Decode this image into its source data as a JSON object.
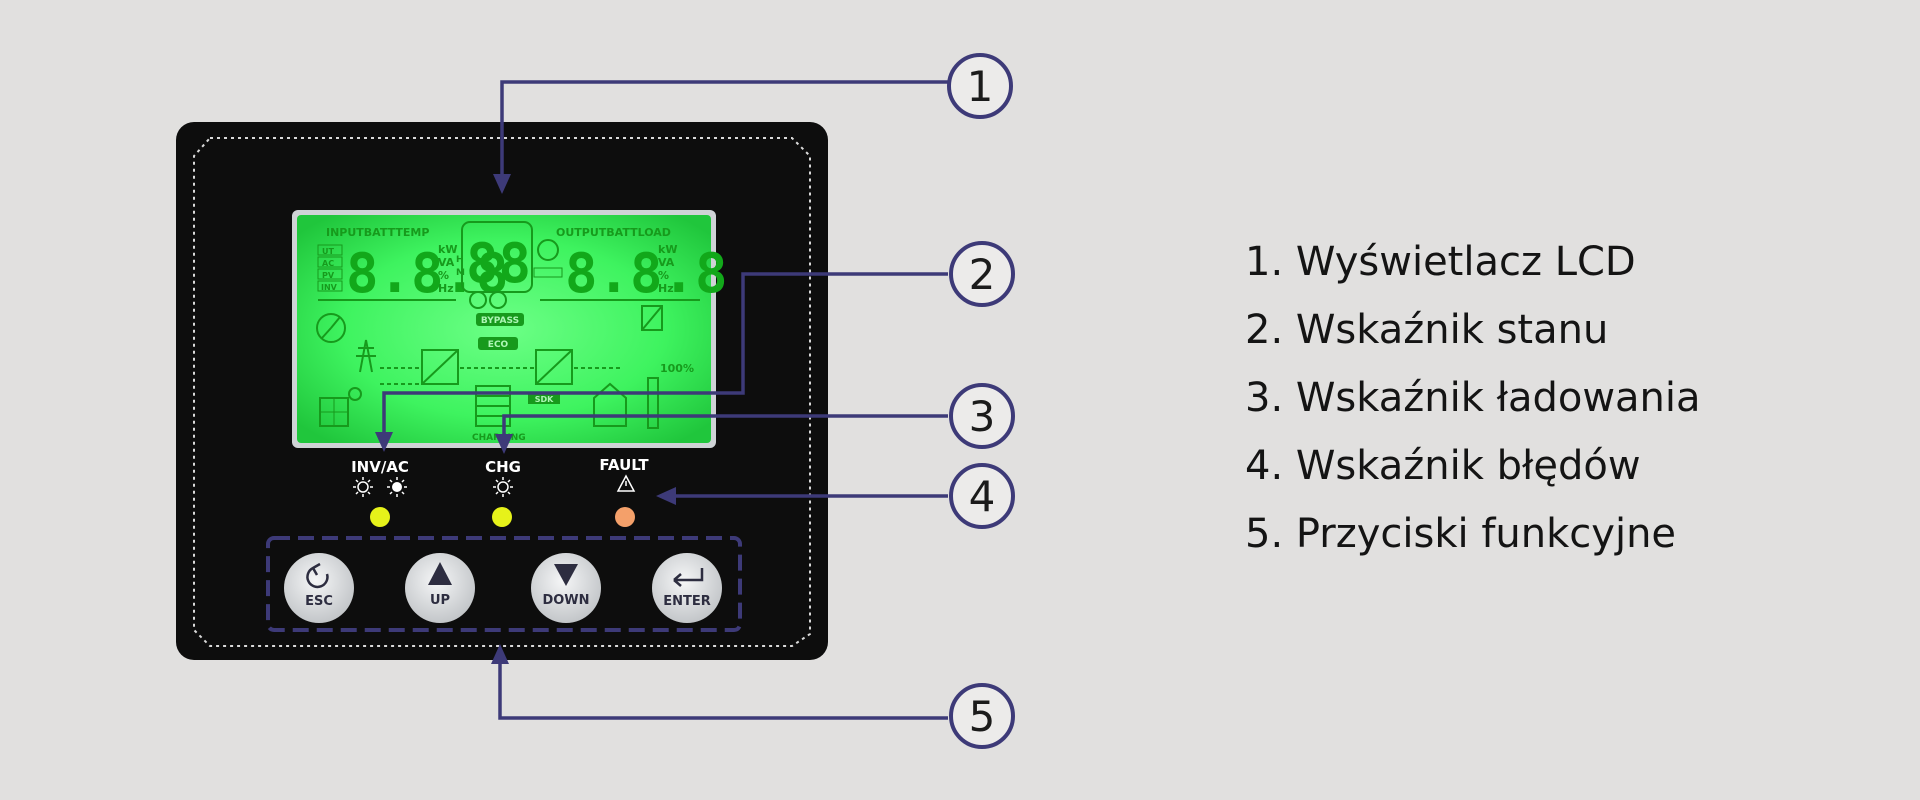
{
  "lcd": {
    "labels_left": "INPUTBATTTEMP",
    "labels_right": "OUTPUTBATTLOAD",
    "side_tags": [
      "UT",
      "AC",
      "PV",
      "INV"
    ],
    "digits_left": "8.8.8",
    "digits_center": "88",
    "digits_right": "8.8.8",
    "units_left": [
      "kW",
      "VA",
      "%",
      "Hz"
    ],
    "units_right": [
      "kW",
      "VA",
      "%",
      "Hz"
    ],
    "hm": [
      "H",
      "M"
    ],
    "bypass": "BYPASS",
    "eco": "ECO",
    "sdk": "SDK",
    "charging": "CHARGING",
    "percent": "100%"
  },
  "indicators": [
    {
      "label": "INV/AC",
      "color": "#e6f21a"
    },
    {
      "label": "CHG",
      "color": "#e6f21a"
    },
    {
      "label": "FAULT",
      "color": "#f4a06a"
    }
  ],
  "buttons": [
    {
      "label": "ESC",
      "icon": "undo-arrow-icon"
    },
    {
      "label": "UP",
      "icon": "triangle-up-icon"
    },
    {
      "label": "DOWN",
      "icon": "triangle-down-icon"
    },
    {
      "label": "ENTER",
      "icon": "enter-arrow-icon"
    }
  ],
  "callouts": [
    "1",
    "2",
    "3",
    "4",
    "5"
  ],
  "legend": [
    "1. Wyświetlacz LCD",
    "2. Wskaźnik stanu",
    "3. Wskaźnik ładowania",
    "4. Wskaźnik błędów",
    "5. Przyciski funkcyjne"
  ],
  "colors": {
    "background": "#e1e0df",
    "panel": "#0d0d0d",
    "lcd_green": "#39f15e",
    "accent": "#3d3a78"
  }
}
